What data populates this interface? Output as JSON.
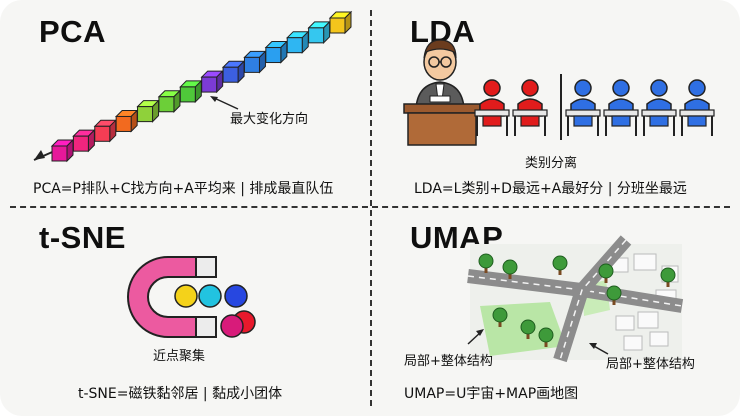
{
  "quadrants": {
    "pca": {
      "title": "PCA",
      "annotation": "最大变化方向",
      "caption": "PCA=P排队+C找方向+A平均来 | 排成最直队伍"
    },
    "lda": {
      "title": "LDA",
      "annotation": "类别分离",
      "caption": "LDA=L类别+D最远+A最好分 | 分班坐最远"
    },
    "tsne": {
      "title": "t-SNE",
      "annotation": "近点聚集",
      "caption": "t-SNE=磁铁黏邻居 | 黏成小团体"
    },
    "umap": {
      "title": "UMAP",
      "annotation_left": "局部+整体结构",
      "annotation_right": "局部+整体结构",
      "caption": "UMAP=U宇宙+MAP画地图"
    }
  },
  "colors": {
    "pca_cubes": [
      "#e6189a",
      "#f0257e",
      "#f53d54",
      "#f26a1f",
      "#8fd13a",
      "#6ccf38",
      "#4fc83a",
      "#7c3bd6",
      "#3c5fe0",
      "#2f7fe3",
      "#2a9ff0",
      "#2fb6f2",
      "#35c7ef",
      "#f4c51c"
    ],
    "lda_red": "#e11c1c",
    "lda_blue": "#2f6fe3",
    "magnet": "#ec5aa0",
    "tsne_dots": [
      "#f4d21a",
      "#22c3e0",
      "#2747e0",
      "#e8192c",
      "#d81b7a"
    ],
    "map_green": "#b9e6a6",
    "road": "#8c8c8c"
  },
  "icons": [
    "cube-icon",
    "teacher-icon",
    "student-red-icon",
    "student-blue-icon",
    "magnet-icon",
    "tree-icon"
  ]
}
